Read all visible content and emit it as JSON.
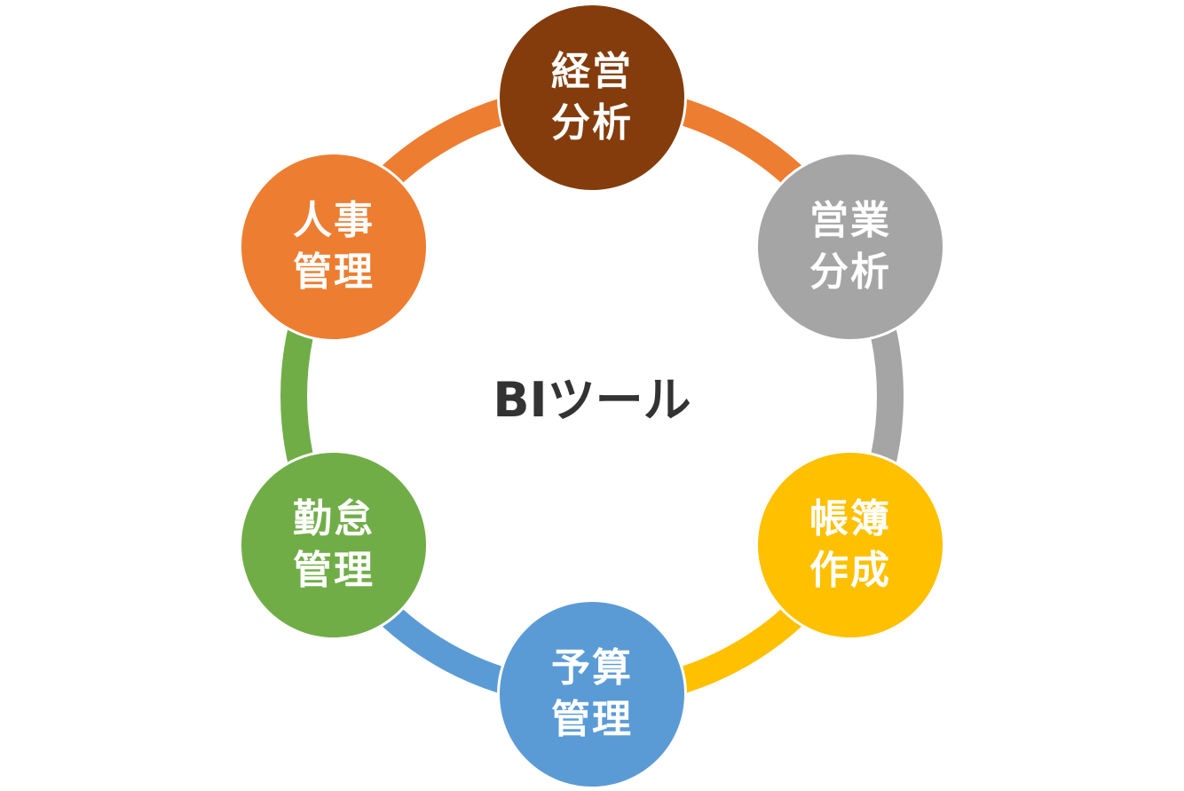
{
  "center_label": "BIツール",
  "nodes": [
    {
      "line1": "経営",
      "line2": "分析",
      "color": "#843C0C"
    },
    {
      "line1": "営業",
      "line2": "分析",
      "color": "#A5A5A5"
    },
    {
      "line1": "帳簿",
      "line2": "作成",
      "color": "#FFC000"
    },
    {
      "line1": "予算",
      "line2": "管理",
      "color": "#5B9BD5"
    },
    {
      "line1": "勤怠",
      "line2": "管理",
      "color": "#70AD47"
    },
    {
      "line1": "人事",
      "line2": "管理",
      "color": "#ED7D31"
    }
  ],
  "arc_colors": [
    "#ED7D31",
    "#A5A5A5",
    "#FFC000",
    "#5B9BD5",
    "#70AD47",
    "#ED7D31"
  ]
}
